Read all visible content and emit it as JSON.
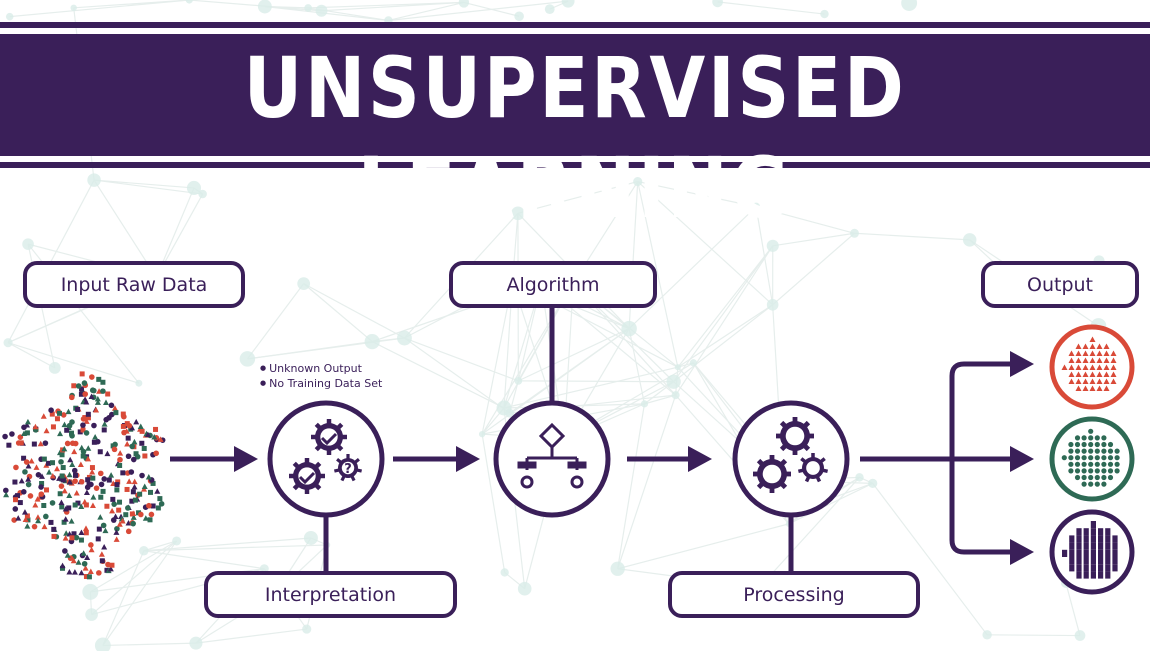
{
  "title": "UNSUPERVISED LEARNING",
  "labels": {
    "input": "Input Raw Data",
    "algorithm": "Algorithm",
    "output": "Output",
    "interpretation": "Interpretation",
    "processing": "Processing"
  },
  "notes": [
    "Unknown Output",
    "No Training Data Set"
  ],
  "colors": {
    "brand": "#3a1f59",
    "red": "#d94a38",
    "green": "#2e6a55",
    "network": "#d9ece8"
  },
  "icons": {
    "interpretation": "gears-check-question-icon",
    "algorithm": "flowchart-icon",
    "processing": "gears-icon",
    "output_red": "triangle-cluster-icon",
    "output_green": "dot-cluster-icon",
    "output_purple": "square-cluster-icon"
  }
}
